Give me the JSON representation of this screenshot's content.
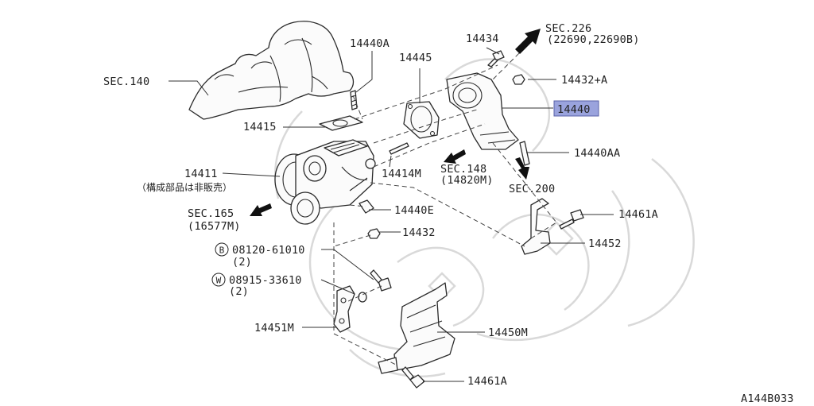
{
  "labels": {
    "sec226": "SEC.226",
    "sec226_sub": "(22690,22690B)",
    "p14434": "14434",
    "p14440A": "14440A",
    "p14445": "14445",
    "sec140": "SEC.140",
    "p14432A": "14432+A",
    "p14440": "14440",
    "p14415": "14415",
    "p14440AA": "14440AA",
    "sec148": "SEC.148",
    "sec148_sub": "(14820M)",
    "p14414M": "14414M",
    "p14411": "14411",
    "p14411_note": "（構成部品は非販売）",
    "sec200": "SEC.200",
    "sec165": "SEC.165",
    "sec165_sub": "(16577M)",
    "p14440E": "14440E",
    "p14461A_top": "14461A",
    "p14432": "14432",
    "p14452": "14452",
    "bolt_b": "08120-61010",
    "bolt_b_qty": "(2)",
    "bolt_b_badge": "B",
    "washer_w": "08915-33610",
    "washer_w_qty": "(2)",
    "washer_w_badge": "W",
    "p14451M": "14451M",
    "p14450M": "14450M",
    "p14461A_bottom": "14461A",
    "diagram_code": "A144B033"
  },
  "highlight_color": "#9aa3dd"
}
